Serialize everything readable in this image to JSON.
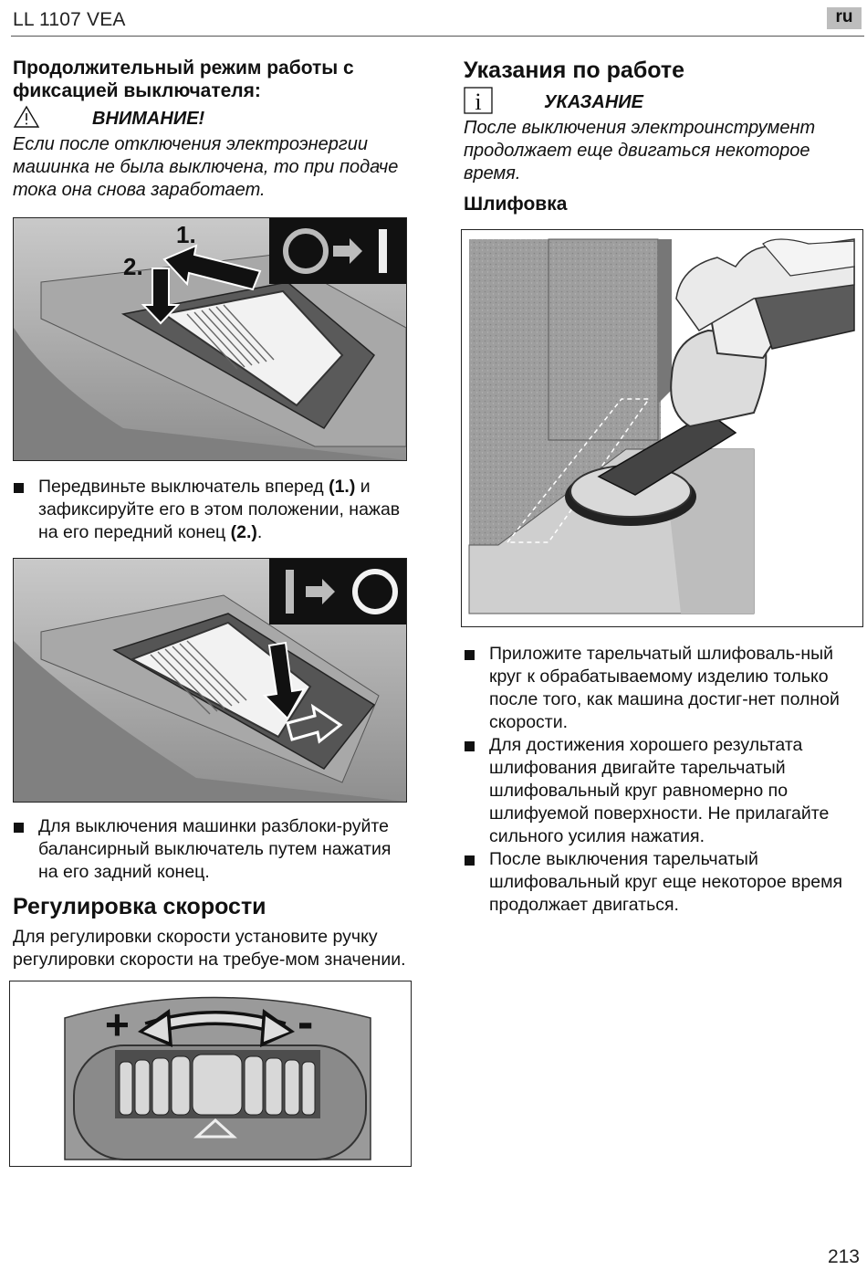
{
  "header": {
    "title": "LL 1107 VEA",
    "lang": "ru"
  },
  "left": {
    "section1_title": "Продолжительный режим работы с фиксацией выключателя:",
    "warning_label": "ВНИМАНИЕ!",
    "warning_text": "Если после отключения электроэнергии машинка не была выключена, то при подаче тока она снова заработает.",
    "fig1": {
      "label_1": "1.",
      "label_2": "2."
    },
    "bullet1": {
      "text_a": "Передвиньте выключатель вперед ",
      "bold_a": "(1.)",
      "text_b": " и зафиксируйте его в этом положении, нажав на его передний конец ",
      "bold_b": "(2.)",
      "text_c": "."
    },
    "bullet2": "Для выключения машинки разблоки-руйте балансирный выключатель путем нажатия на его задний конец.",
    "section2_title": "Регулировка скорости",
    "section2_text": "Для регулировки скорости установите ручку регулировки скорости на требуе-мом значении.",
    "dial": {
      "plus": "+",
      "minus": "-"
    }
  },
  "right": {
    "section1_title": "Указания по работе",
    "note_label": "УКАЗАНИЕ",
    "note_text": "После выключения электроинструмент продолжает еще двигаться некоторое время.",
    "section2_title": "Шлифовка",
    "bullets": [
      "Приложите тарельчатый шлифоваль-ный круг к обрабатываемому изделию только после того, как машина достиг-нет полной скорости.",
      "Для достижения хорошего результата шлифования двигайте тарельчатый шлифовальный круг равномерно по шлифуемой поверхности. Не прилагайте сильного усилия нажатия.",
      "После выключения тарельчатый шлифовальный круг еще некоторое время продолжает двигаться."
    ]
  },
  "footer": {
    "page_number": "213"
  },
  "colors": {
    "text": "#111111",
    "badge": "#bdbdbd",
    "figure_gray": "#9e9e9e"
  },
  "icons": [
    "warning-triangle-icon",
    "info-icon",
    "off-to-on-icon",
    "on-to-off-icon"
  ]
}
